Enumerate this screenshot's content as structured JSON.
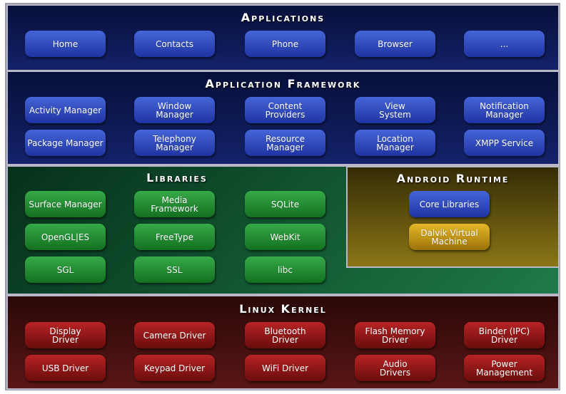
{
  "colors": {
    "applications": "#0e1a5a",
    "framework": "#0e1a5a",
    "libraries": "#1c7040",
    "runtime": "#7a6810",
    "kernel": "#4a1010",
    "button_blue": "#2f4cc0",
    "button_green": "#25913a",
    "button_red": "#961818",
    "button_yellow": "#c89818"
  },
  "applications": {
    "title": "Applications",
    "items": [
      "Home",
      "Contacts",
      "Phone",
      "Browser",
      "..."
    ]
  },
  "framework": {
    "title": "Application Framework",
    "items": [
      "Activity Manager",
      "Window\nManager",
      "Content\nProviders",
      "View\nSystem",
      "Notification\nManager",
      "Package Manager",
      "Telephony\nManager",
      "Resource\nManager",
      "Location\nManager",
      "XMPP Service"
    ]
  },
  "libraries": {
    "title": "Libraries",
    "items": [
      "Surface Manager",
      "Media\nFramework",
      "SQLite",
      "OpenGL|ES",
      "FreeType",
      "WebKit",
      "SGL",
      "SSL",
      "libc"
    ]
  },
  "runtime": {
    "title": "Android Runtime",
    "items": [
      "Core Libraries",
      "Dalvik Virtual\nMachine"
    ]
  },
  "kernel": {
    "title": "Linux Kernel",
    "items": [
      "Display\nDriver",
      "Camera Driver",
      "Bluetooth\nDriver",
      "Flash Memory\nDriver",
      "Binder (IPC)\nDriver",
      "USB Driver",
      "Keypad Driver",
      "WiFi Driver",
      "Audio\nDrivers",
      "Power\nManagement"
    ]
  }
}
